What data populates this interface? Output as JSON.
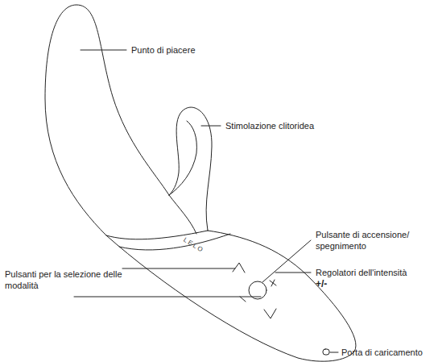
{
  "diagram": {
    "labels": [
      "Punto di piacere",
      "Stimolazione clitoridea",
      "LELO",
      "Pulsante di accensione/ spegnimento",
      "Regolatori dell'intensità",
      "+/-",
      "Pulsanti per la selezione delle modalità",
      "Porta di caricamento"
    ]
  }
}
